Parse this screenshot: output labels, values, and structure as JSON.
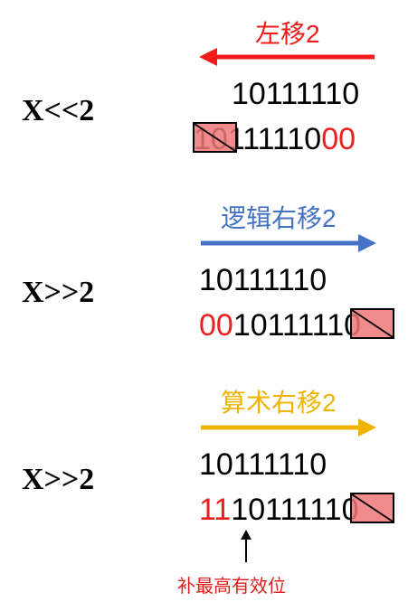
{
  "colors": {
    "left_shift": "#f21b1b",
    "logical_right": "#4472c4",
    "arith_right": "#f0b400",
    "highlight": "#e82020",
    "box_fill": "#f07878"
  },
  "sections": {
    "left": {
      "operator": "X<<2",
      "title": "左移2",
      "original": "10111110",
      "result_prefix": "",
      "result_body": "10111110",
      "result_suffix": "00"
    },
    "logical": {
      "operator": "X>>2",
      "title": "逻辑右移2",
      "original": "10111110",
      "result_prefix": "00",
      "result_body": "10111110"
    },
    "arith": {
      "operator": "X>>2",
      "title": "算术右移2",
      "original": "10111110",
      "result_prefix": "11",
      "result_body": "10111110",
      "note": "补最高有效位"
    }
  }
}
